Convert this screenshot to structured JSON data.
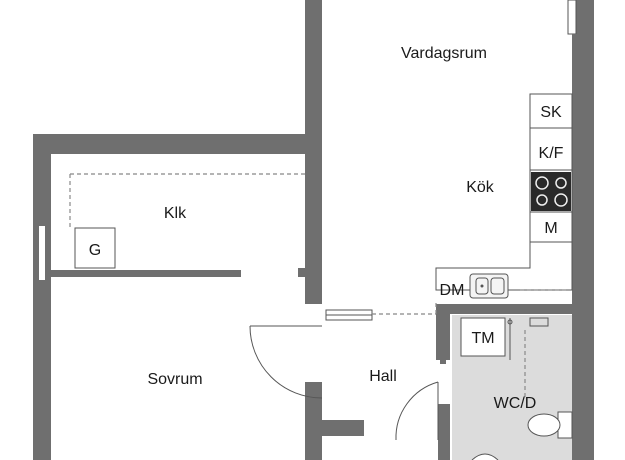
{
  "rooms": {
    "living": "Vardagsrum",
    "kitchen": "Kök",
    "walk_in_closet": "Klk",
    "bedroom": "Sovrum",
    "hall": "Hall",
    "bathroom": "WC/D"
  },
  "fixtures": {
    "freezer": "SK",
    "fridge_freezer": "K/F",
    "microwave": "M",
    "dishwasher": "DM",
    "wardrobe": "G",
    "washer": "TM"
  },
  "colors": {
    "wall": "#6f6f6f",
    "bathroom_floor": "#dcdcdc",
    "line": "#555555"
  },
  "icons": {
    "stove": "stove-icon",
    "sink": "sink-icon",
    "toilet": "toilet-icon"
  }
}
